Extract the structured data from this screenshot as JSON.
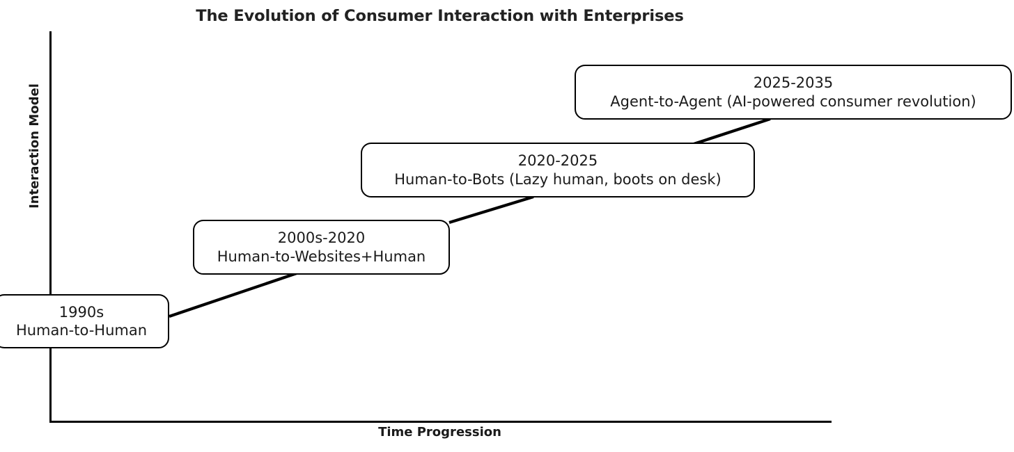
{
  "chart_data": {
    "type": "line",
    "title": "The Evolution of Consumer Interaction with Enterprises",
    "xlabel": "Time Progression",
    "ylabel": "Interaction Model",
    "grid": false,
    "legend": "none",
    "annotations": [
      {
        "period": "1990s",
        "description": "Human-to-Human",
        "x": 1,
        "y": 1
      },
      {
        "period": "2000s-2020",
        "description": "Human-to-Websites+Human",
        "x": 2,
        "y": 2
      },
      {
        "period": "2020-2025",
        "description": "Human-to-Bots (Lazy human, boots on desk)",
        "x": 3,
        "y": 3
      },
      {
        "period": "2025-2035",
        "description": "Agent-to-Agent (AI-powered consumer revolution)",
        "x": 4,
        "y": 4
      }
    ],
    "x": [
      1,
      2,
      3,
      4
    ],
    "values": [
      1,
      2,
      3,
      4
    ],
    "xlim": [
      0,
      5
    ],
    "ylim": [
      0,
      5
    ],
    "colors": {
      "line": "#000000",
      "box_border": "#000000",
      "box_fill": "#ffffff",
      "text": "#1a1a1a",
      "title": "#222222",
      "background": "#ffffff"
    }
  },
  "chart": {
    "title": "The Evolution of Consumer Interaction with Enterprises",
    "y_axis_label": "Interaction Model",
    "x_axis_label": "Time Progression",
    "stages": [
      {
        "period": "1990s",
        "description": "Human-to-Human"
      },
      {
        "period": "2000s-2020",
        "description": "Human-to-Websites+Human"
      },
      {
        "period": "2020-2025",
        "description": "Human-to-Bots (Lazy human, boots on desk)"
      },
      {
        "period": "2025-2035",
        "description": "Agent-to-Agent (AI-powered consumer revolution)"
      }
    ]
  }
}
